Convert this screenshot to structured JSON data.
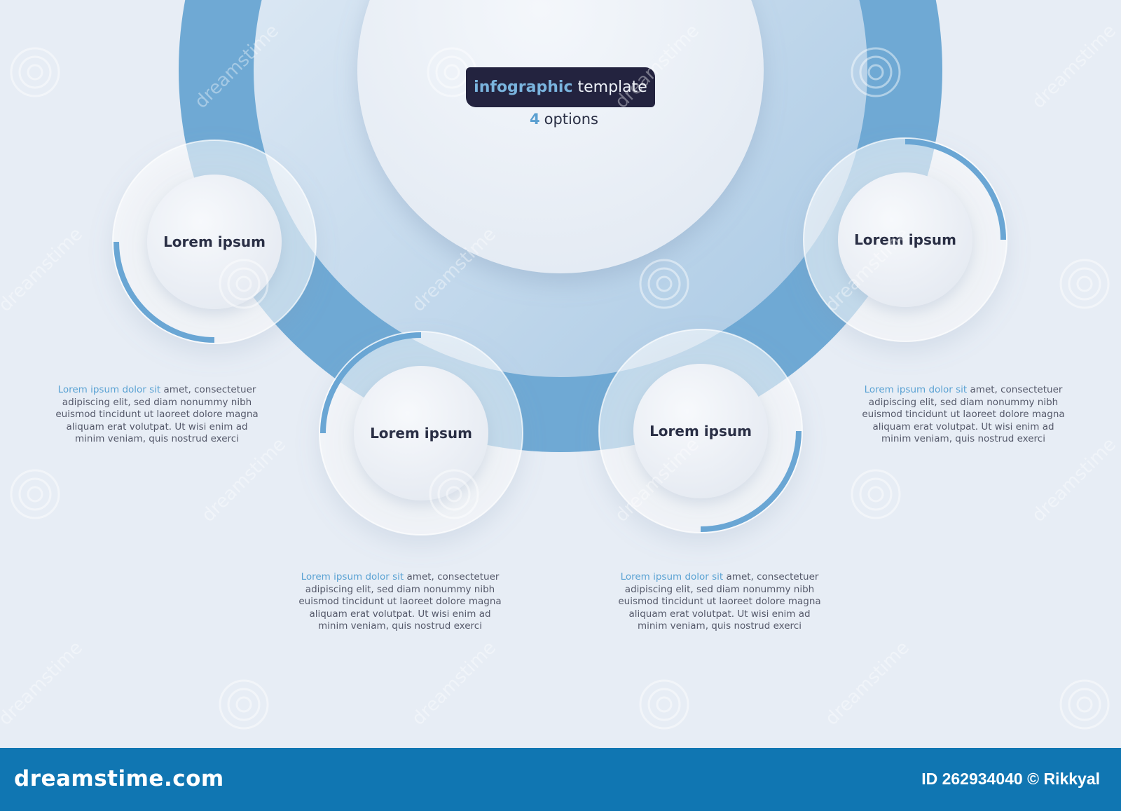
{
  "header": {
    "badge_accent": "infographic",
    "badge_rest": "template",
    "options_number": "4",
    "options_text": "options"
  },
  "steps": [
    {
      "label": "Lorem ipsum",
      "desc_highlight": "Lorem ipsum dolor sit",
      "desc_body": "amet, consectetuer adipiscing elit, sed diam nonummy nibh euismod tincidunt ut laoreet dolore magna aliquam erat volutpat. Ut wisi enim ad minim veniam, quis nostrud exerci"
    },
    {
      "label": "Lorem ipsum",
      "desc_highlight": "Lorem ipsum dolor sit",
      "desc_body": "amet, consectetuer adipiscing elit, sed diam nonummy nibh euismod tincidunt ut laoreet dolore magna aliquam erat volutpat. Ut wisi enim ad minim veniam, quis nostrud exerci"
    },
    {
      "label": "Lorem ipsum",
      "desc_highlight": "Lorem ipsum dolor sit",
      "desc_body": "amet, consectetuer adipiscing elit, sed diam nonummy nibh euismod tincidunt ut laoreet dolore magna aliquam erat volutpat. Ut wisi enim ad minim veniam, quis nostrud exerci"
    },
    {
      "label": "Lorem ipsum",
      "desc_highlight": "Lorem ipsum dolor sit",
      "desc_body": "amet, consectetuer adipiscing elit, sed diam nonummy nibh euismod tincidunt ut laoreet dolore magna aliquam erat volutpat. Ut wisi enim ad minim veniam, quis nostrud exerci"
    }
  ],
  "footer": {
    "logo": "dreamstime.com",
    "credit": "ID 262934040 © Rikkyal"
  },
  "watermark": "dreamstime",
  "colors": {
    "background": "#e7edf5",
    "ring_blue": "#6fa9d4",
    "ring_light": "#b9d3e9",
    "accent_arc": "#6aa6d4",
    "badge": "#23233f",
    "footer": "#1076b2"
  }
}
